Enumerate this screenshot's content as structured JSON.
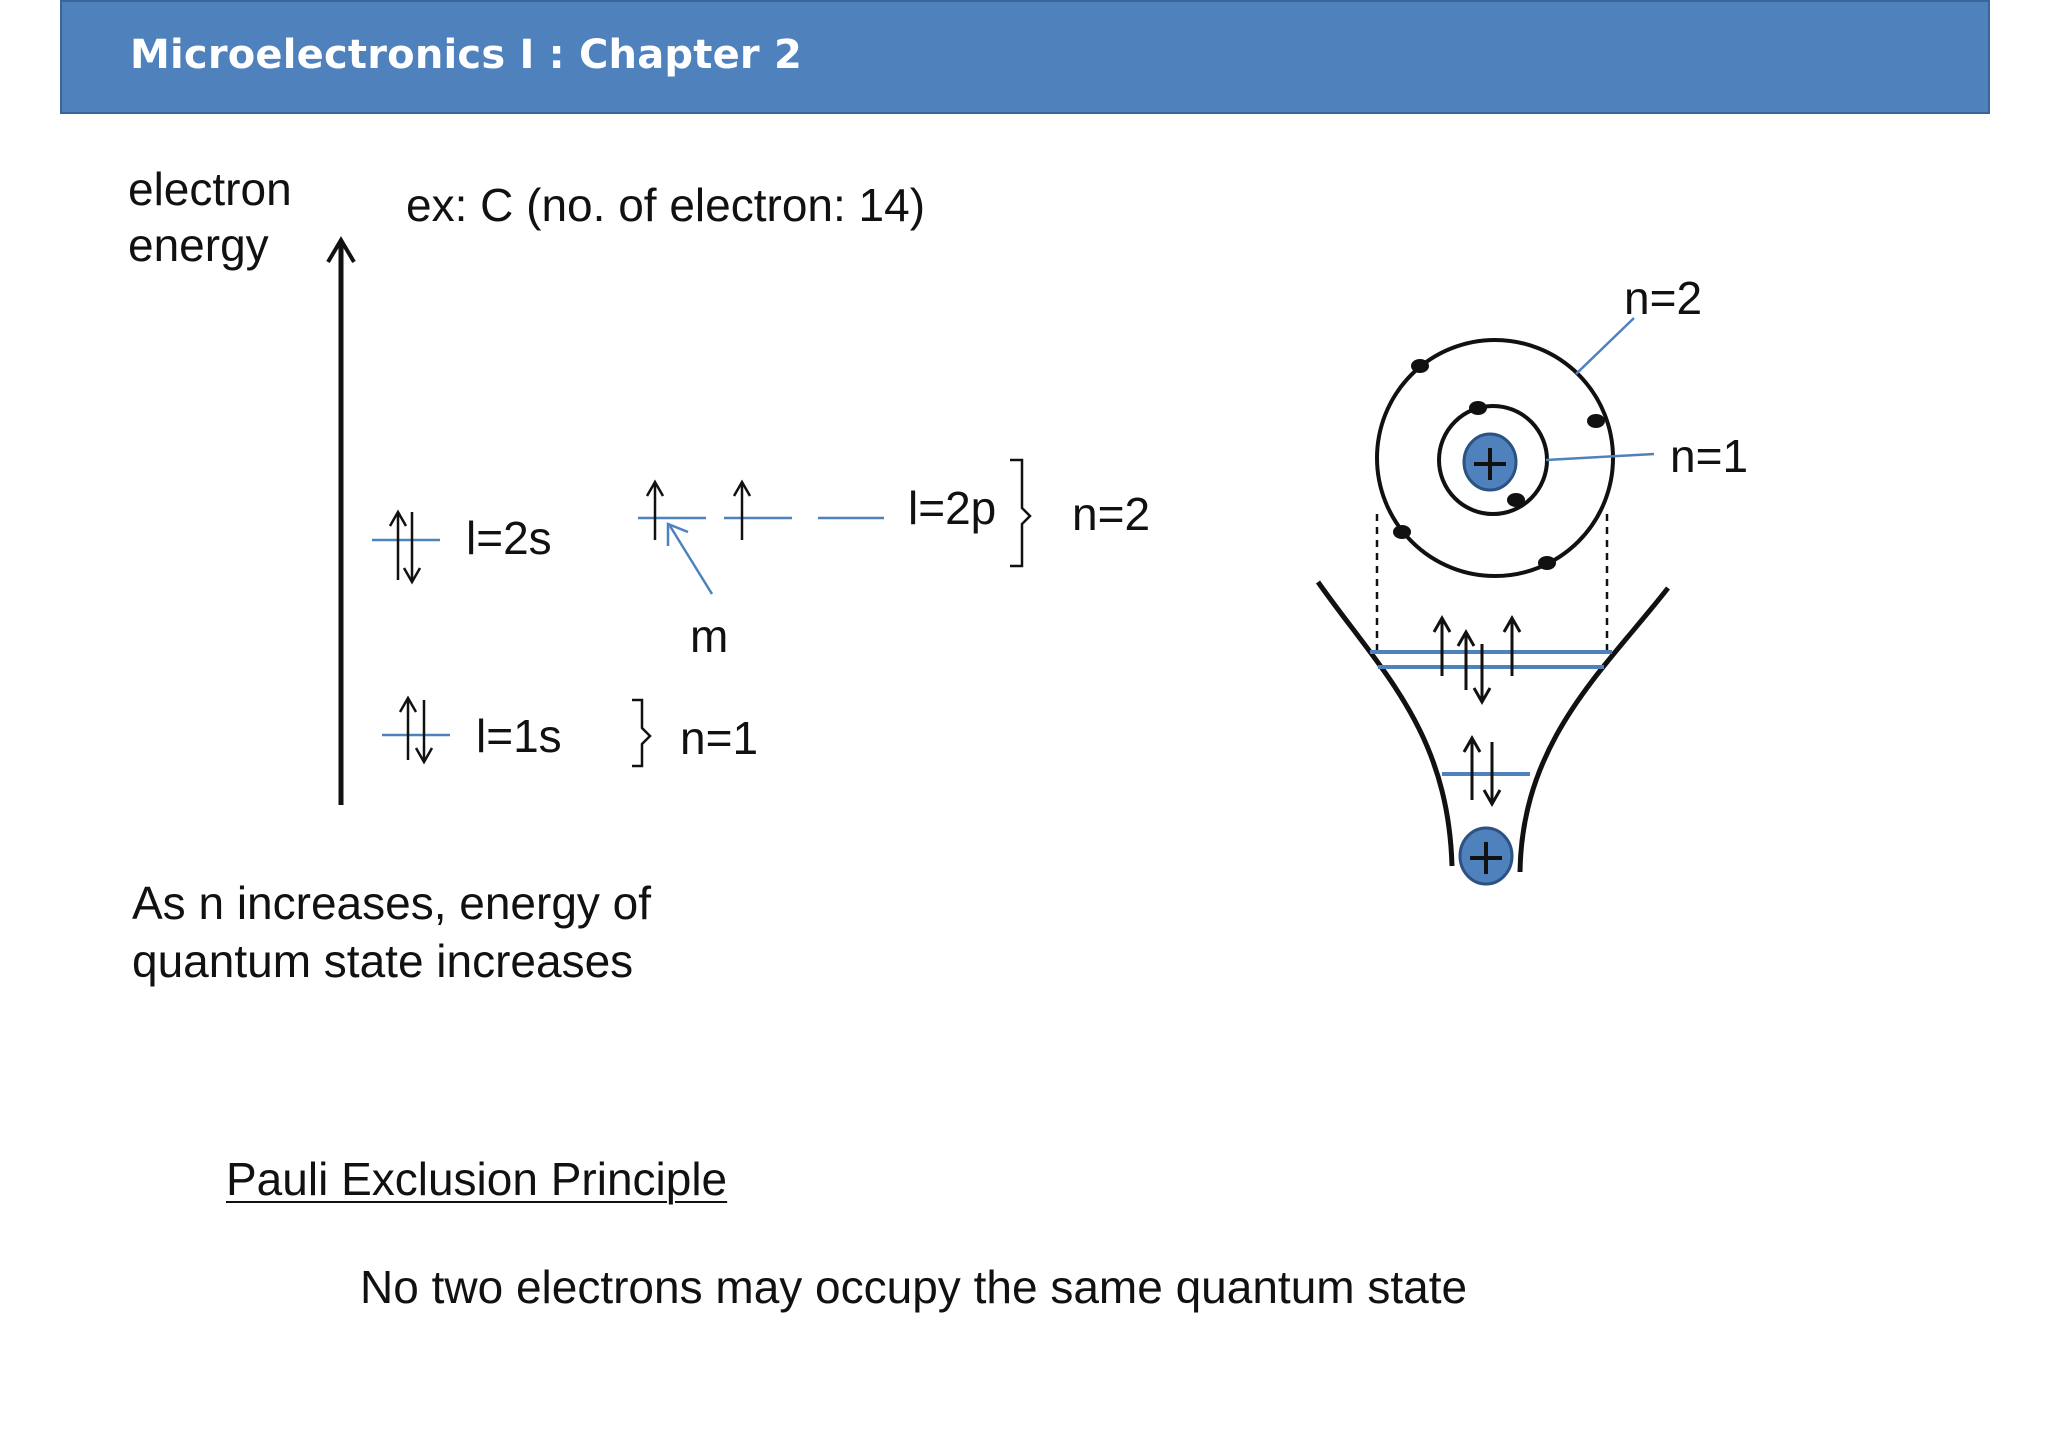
{
  "header": {
    "title": "Microelectronics I : Chapter 2",
    "color": "#4f81bd"
  },
  "energy_diagram": {
    "axis_label_line1": "electron",
    "axis_label_line2": "energy",
    "example": "ex: C (no. of electron: 14)",
    "level_2s": "l=2s",
    "level_2p": "l=2p",
    "level_1s": "l=1s",
    "shell_n2": "n=2",
    "shell_n1": "n=1",
    "m_label": "m"
  },
  "atom_diagram": {
    "outer_shell_label": "n=2",
    "inner_shell_label": "n=1",
    "nucleus_color": "#4f81bd"
  },
  "statement": {
    "line1": "As n increases, energy of",
    "line2": "quantum state increases"
  },
  "principle": {
    "title": "Pauli Exclusion Principle",
    "text": "No two electrons may occupy the same quantum state"
  }
}
